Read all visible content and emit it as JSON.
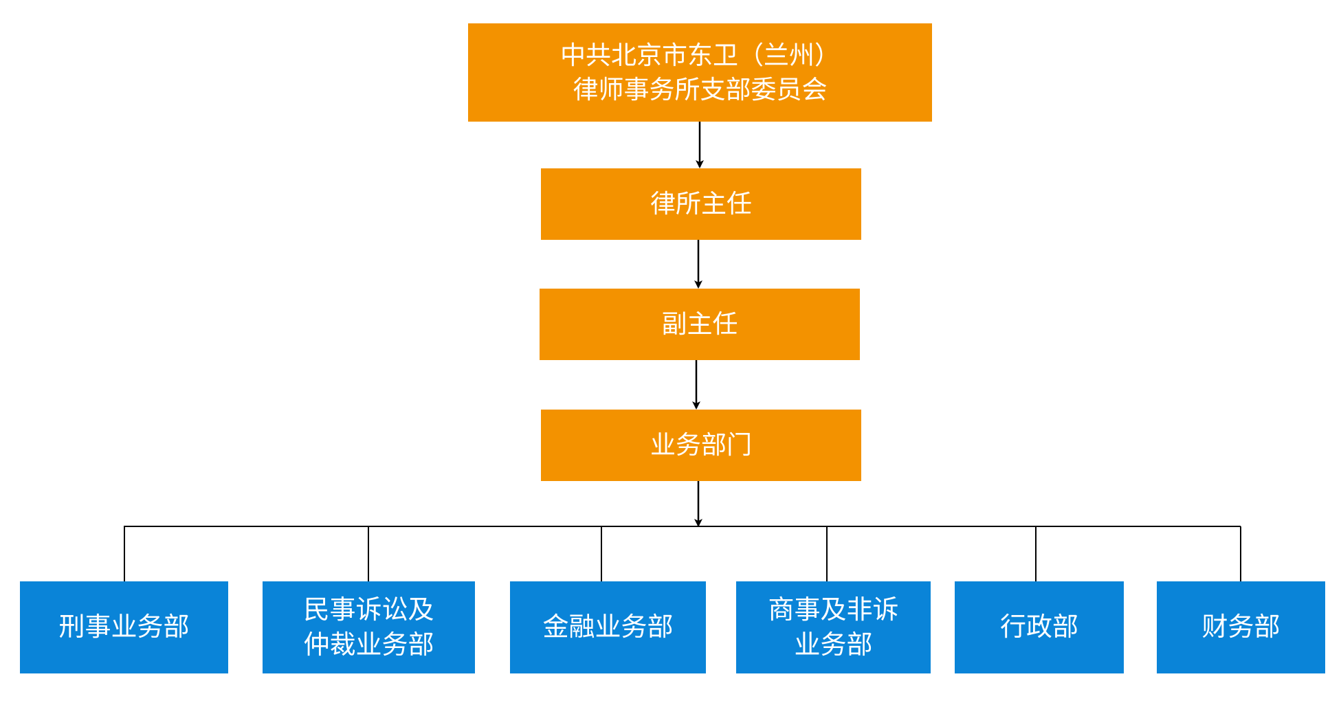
{
  "colors": {
    "orange": "#f39200",
    "blue": "#0a84d8",
    "line": "#000000",
    "text": "#ffffff"
  },
  "nodes": {
    "party_committee": {
      "line1": "中共北京市东卫（兰州）",
      "line2": "律师事务所支部委员会"
    },
    "director": {
      "label": "律所主任"
    },
    "deputy_director": {
      "label": "副主任"
    },
    "business_departments": {
      "label": "业务部门"
    }
  },
  "departments": [
    {
      "line1": "刑事业务部",
      "line2": ""
    },
    {
      "line1": "民事诉讼及",
      "line2": "仲裁业务部"
    },
    {
      "line1": "金融业务部",
      "line2": ""
    },
    {
      "line1": "商事及非诉",
      "line2": "业务部"
    },
    {
      "line1": "行政部",
      "line2": ""
    },
    {
      "line1": "财务部",
      "line2": ""
    }
  ]
}
